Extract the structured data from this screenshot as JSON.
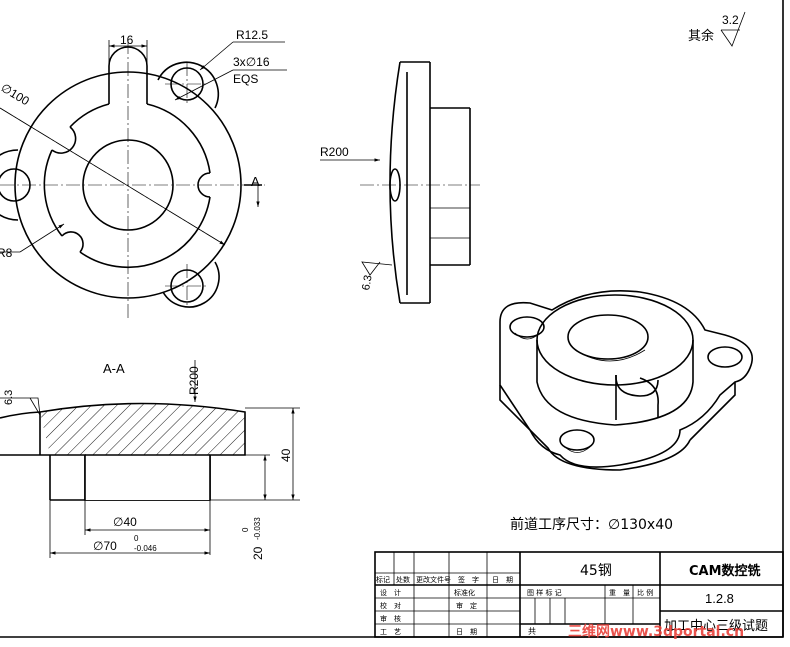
{
  "roughness": {
    "other": "其余",
    "value": "3.2",
    "flange": "6.3",
    "section": "6.3"
  },
  "front_view": {
    "dim_16": "16",
    "dim_r12_5": "R12.5",
    "dim_holes_1": "3x",
    "dim_holes_2": "∅16",
    "dim_eqs": "EQS",
    "dim_d100": "∅100",
    "dim_r8": "R8",
    "section_mark": "A"
  },
  "side_view": {
    "dim_r200": "R200"
  },
  "section_view": {
    "title": "A-A",
    "dim_r200": "R200",
    "dim_40": "40",
    "dim_d40": "∅40",
    "dim_d70": "∅70",
    "dim_d70_tol_upper": "0",
    "dim_d70_tol_lower": "-0.046",
    "dim_20": "20",
    "dim_20_tol_upper": "0",
    "dim_20_tol_lower": "-0.033"
  },
  "pre_size_note": "前道工序尺寸：∅130x40",
  "title_block": {
    "material": "45钢",
    "title": "CAM数控铣",
    "drawing_no": "1.2.8",
    "exam_name": "加工中心三级试题",
    "h_mark": "标记",
    "h_count": "处数",
    "h_change_doc": "更改文件号",
    "h_sign": "签　字",
    "h_date": "日　期",
    "l_design": "设　计",
    "l_check": "校　对",
    "l_review": "审　核",
    "l_process": "工　艺",
    "l_standard": "标准化",
    "l_approve": "审　定",
    "l_date": "日　期",
    "l_stage": "图 样 标 记",
    "l_weight": "重　量",
    "l_scale": "比 例",
    "l_sheet": "共"
  },
  "watermark": "三维网www.3dportal.cn"
}
